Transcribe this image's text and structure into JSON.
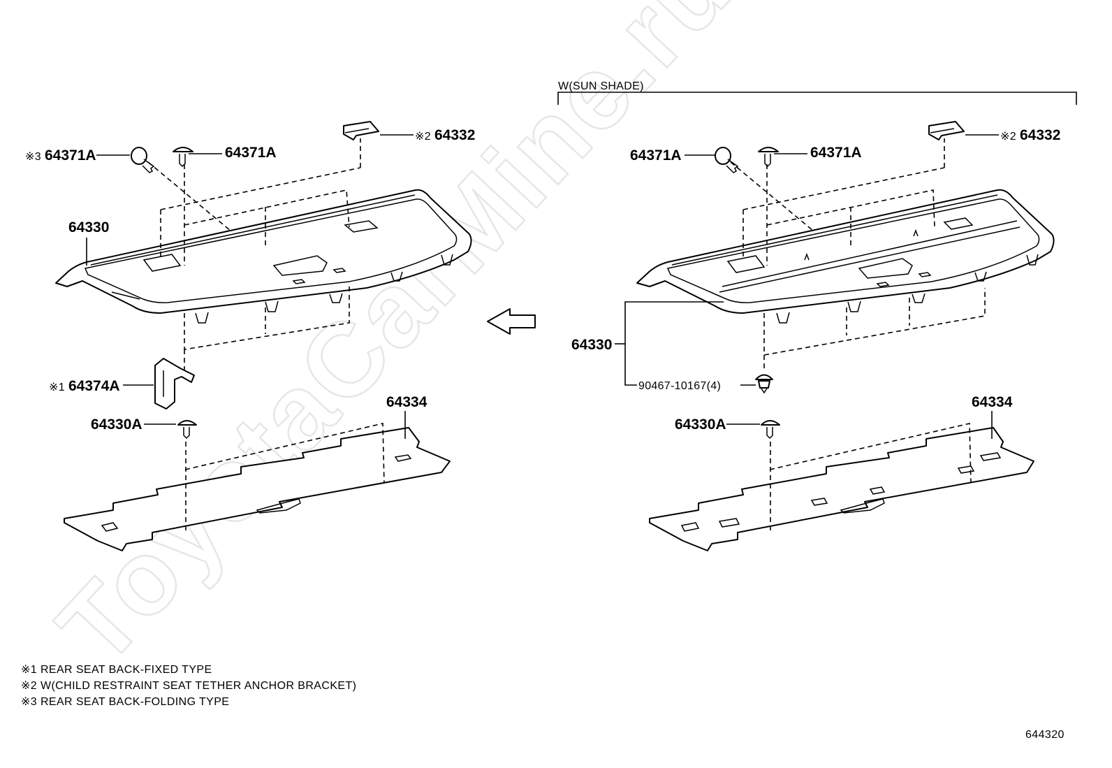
{
  "watermark": "ToyotaCarMine.ru",
  "variant_header": "W(SUN SHADE)",
  "left_assembly": {
    "mark_64371A": "※3",
    "part_64371A_screw": "64371A",
    "part_64371A_clip": "64371A",
    "mark_64332": "※2",
    "part_64332": "64332",
    "part_64330": "64330",
    "mark_64374A": "※1",
    "part_64374A": "64374A",
    "part_64334": "64334",
    "part_64330A": "64330A"
  },
  "right_assembly": {
    "part_64371A_screw": "64371A",
    "part_64371A_clip": "64371A",
    "mark_64332": "※2",
    "part_64332": "64332",
    "part_64330": "64330",
    "part_90467": "90467-10167(4)",
    "part_64334": "64334",
    "part_64330A": "64330A"
  },
  "notes": [
    "※1 REAR SEAT BACK-FIXED TYPE",
    "※2 W(CHILD RESTRAINT SEAT TETHER ANCHOR BRACKET)",
    "※3 REAR SEAT BACK-FOLDING TYPE"
  ],
  "figure_number": "644320"
}
